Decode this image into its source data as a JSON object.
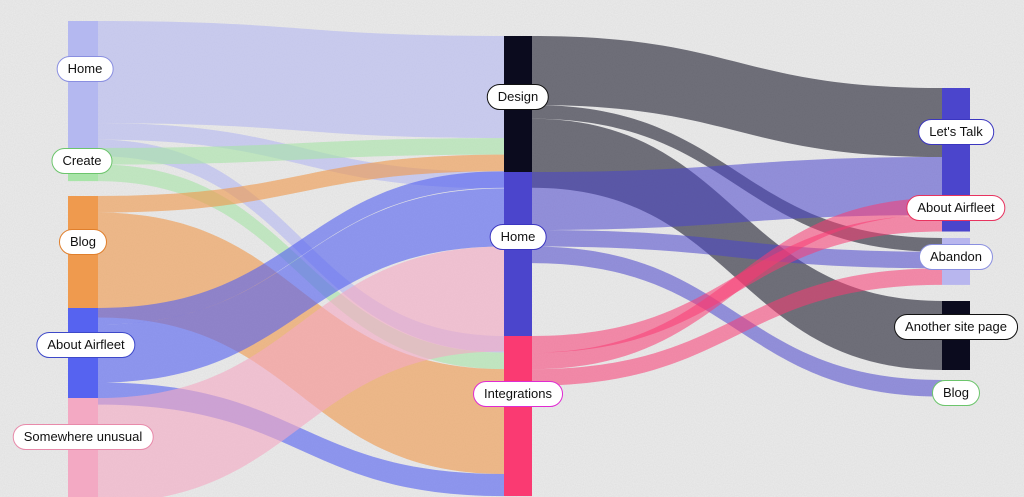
{
  "chart_data": {
    "type": "sankey",
    "nodes": [
      {
        "id": "src_home",
        "label": "Home",
        "color": "#b4b8f0",
        "border": "#8a8fe0"
      },
      {
        "id": "src_create",
        "label": "Create",
        "color": "#a8e4a8",
        "border": "#6cc56c"
      },
      {
        "id": "src_blog",
        "label": "Blog",
        "color": "#ef9a4e",
        "border": "#e07f2c"
      },
      {
        "id": "src_about",
        "label": "About Airfleet",
        "color": "#5663f0",
        "border": "#3d48c9"
      },
      {
        "id": "src_unusual",
        "label": "Somewhere unusual",
        "color": "#f3a9c3",
        "border": "#e88aaa"
      },
      {
        "id": "mid_design",
        "label": "Design",
        "color": "#0b0b1e",
        "border": "#111111"
      },
      {
        "id": "mid_home",
        "label": "Home",
        "color": "#4b45cc",
        "border": "#3b36c0"
      },
      {
        "id": "mid_integrations",
        "label": "Integrations",
        "color": "#fa3a72",
        "border": "#e02ad2"
      },
      {
        "id": "dst_letstalk",
        "label": "Let's Talk",
        "color": "#4b45cc",
        "border": "#3b36c0"
      },
      {
        "id": "dst_about",
        "label": "About Airfleet",
        "color": "#fa3a72",
        "border": "#e8335f"
      },
      {
        "id": "dst_abandon",
        "label": "Abandon",
        "color": "#b8b6ee",
        "border": "#8a8fe0"
      },
      {
        "id": "dst_other",
        "label": "Another site page",
        "color": "#0b0b1e",
        "border": "#111111"
      },
      {
        "id": "dst_blog",
        "label": "Blog",
        "color": "#a8e4a8",
        "border": "#6cc56c"
      }
    ],
    "links": [
      {
        "source": "src_home",
        "target": "mid_design",
        "value": 74
      },
      {
        "source": "src_home",
        "target": "mid_home",
        "value": 12
      },
      {
        "source": "src_home",
        "target": "mid_integrations",
        "value": 12
      },
      {
        "source": "src_create",
        "target": "mid_design",
        "value": 12
      },
      {
        "source": "src_create",
        "target": "mid_integrations",
        "value": 12
      },
      {
        "source": "src_blog",
        "target": "mid_design",
        "value": 12
      },
      {
        "source": "src_blog",
        "target": "mid_integrations",
        "value": 76
      },
      {
        "source": "src_about",
        "target": "mid_design",
        "value": 12
      },
      {
        "source": "src_about",
        "target": "mid_home",
        "value": 42
      },
      {
        "source": "src_about",
        "target": "mid_integrations",
        "value": 16
      },
      {
        "source": "src_unusual",
        "target": "mid_home",
        "value": 76
      },
      {
        "source": "mid_design",
        "target": "dst_letstalk",
        "value": 50
      },
      {
        "source": "mid_design",
        "target": "dst_abandon",
        "value": 10
      },
      {
        "source": "mid_design",
        "target": "dst_other",
        "value": 50
      },
      {
        "source": "mid_home",
        "target": "dst_letstalk",
        "value": 42
      },
      {
        "source": "mid_home",
        "target": "dst_abandon",
        "value": 12
      },
      {
        "source": "mid_home",
        "target": "dst_blog",
        "value": 12
      },
      {
        "source": "mid_integrations",
        "target": "dst_letstalk",
        "value": 12
      },
      {
        "source": "mid_integrations",
        "target": "dst_about",
        "value": 12
      },
      {
        "source": "mid_integrations",
        "target": "dst_abandon",
        "value": 12
      }
    ]
  }
}
